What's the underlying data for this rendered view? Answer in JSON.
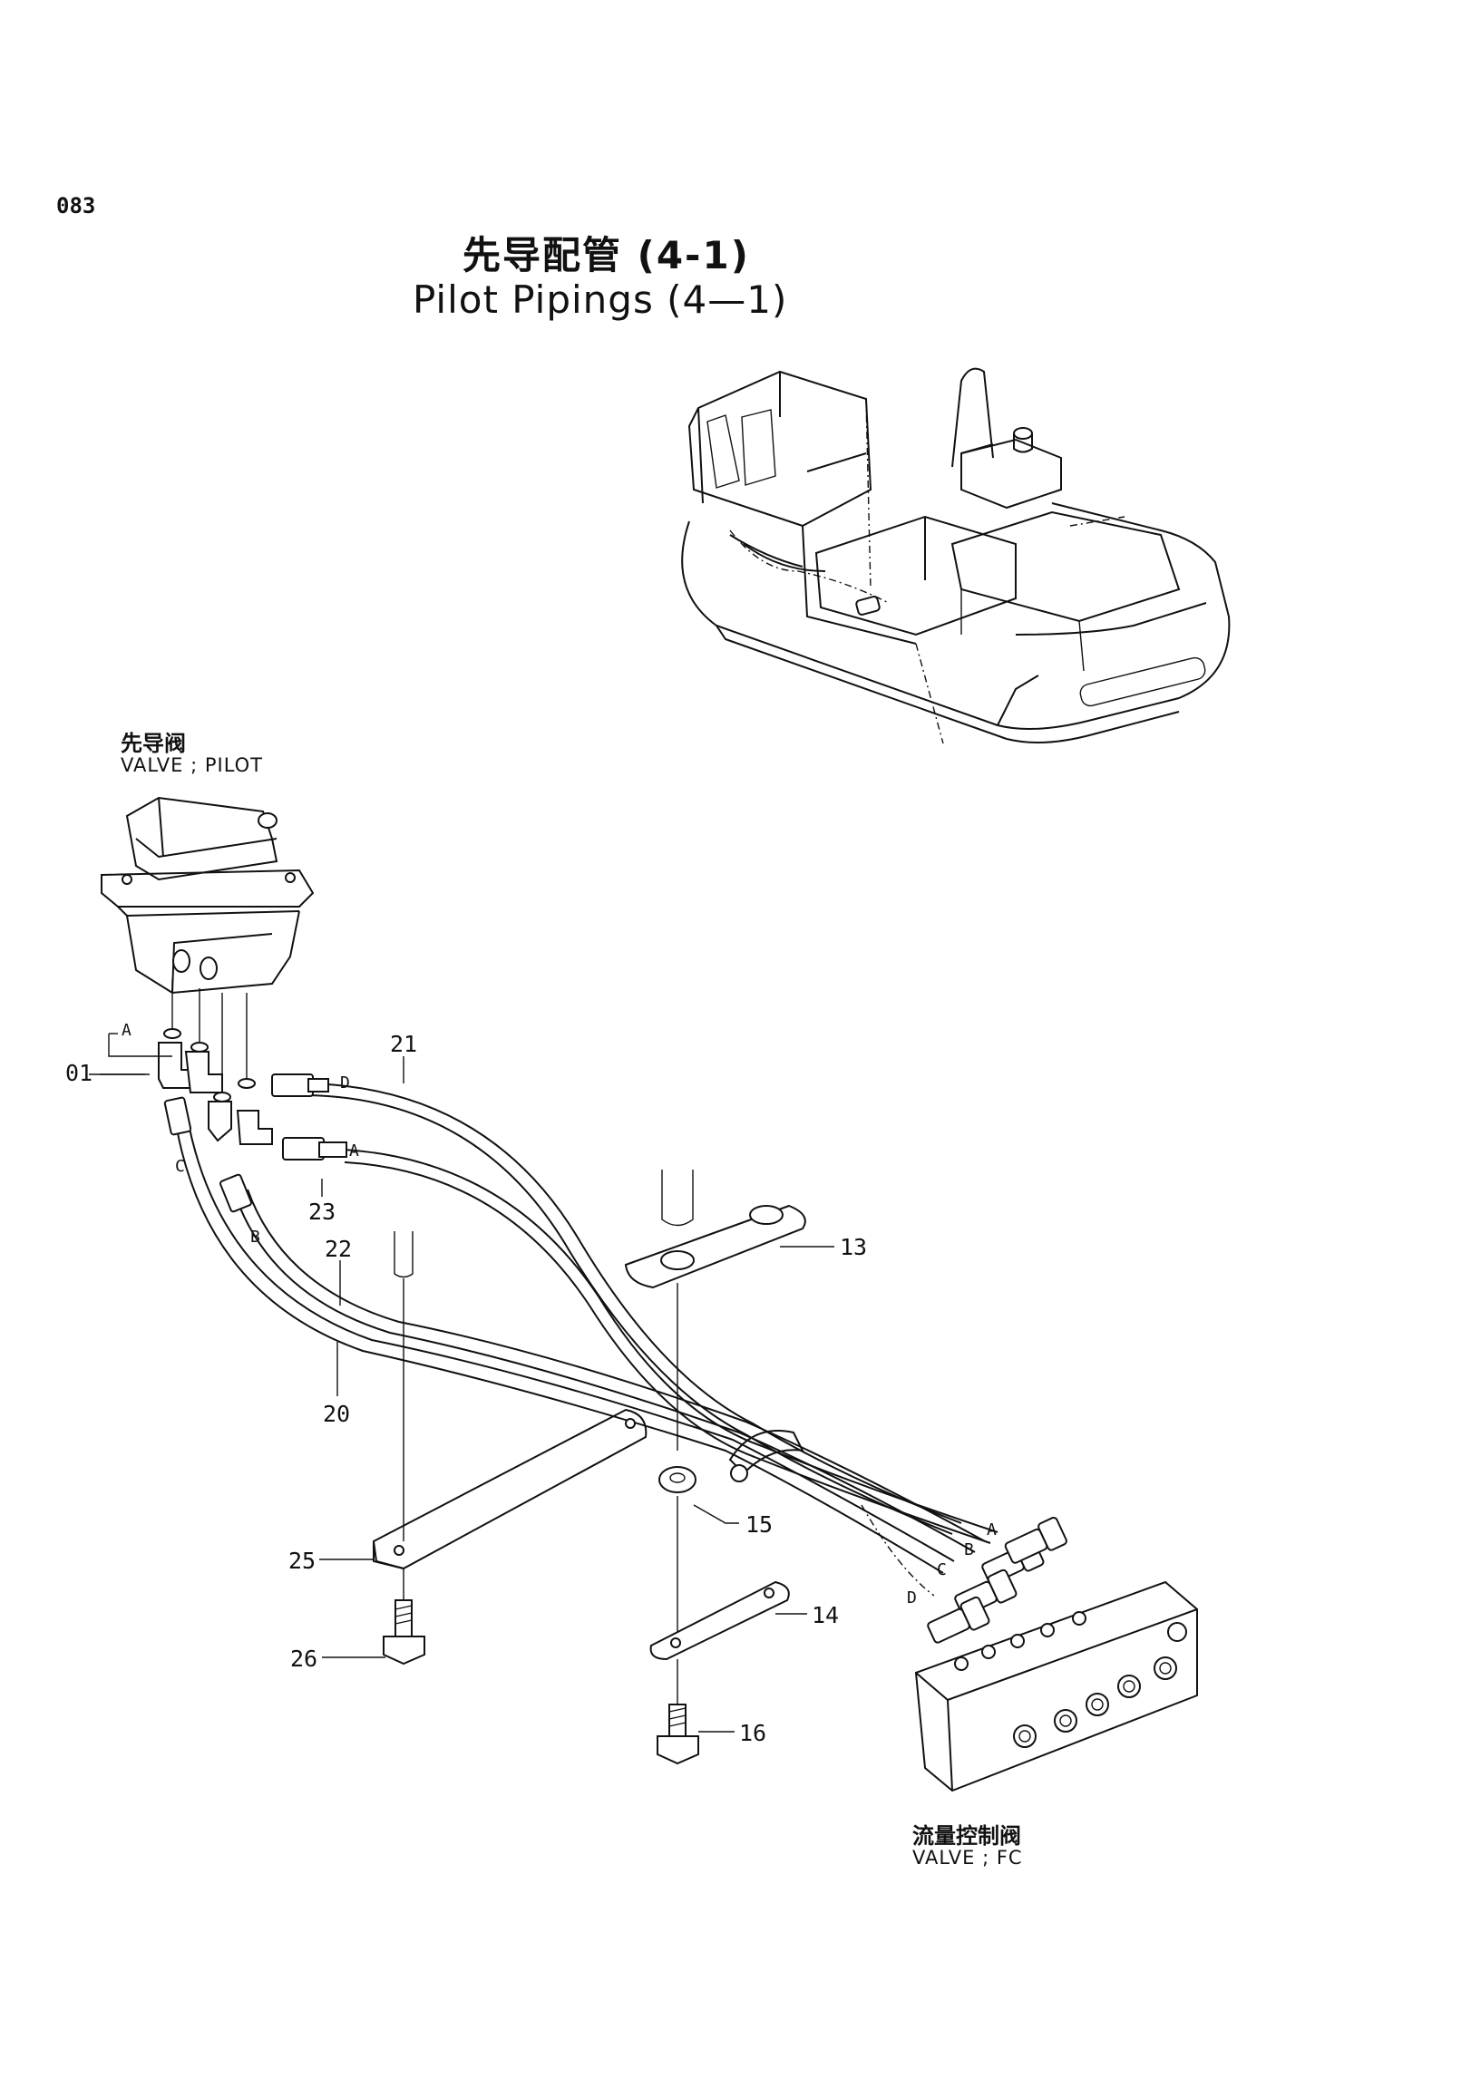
{
  "page_number": "083",
  "title": {
    "cn": "先导配管 (4-1)",
    "en": "Pilot Pipings (4—1)"
  },
  "components": {
    "pilot_valve": {
      "cn": "先导阀",
      "en": "VALVE ; PILOT"
    },
    "fc_valve": {
      "cn": "流量控制阀",
      "en": "VALVE ; FC"
    }
  },
  "callouts": {
    "p01": "01",
    "p13": "13",
    "p14": "14",
    "p15": "15",
    "p16": "16",
    "p20": "20",
    "p21": "21",
    "p22": "22",
    "p23": "23",
    "p25": "25",
    "p26": "26"
  },
  "hose_letters": {
    "a": "A",
    "b": "B",
    "c": "C",
    "d": "D"
  }
}
